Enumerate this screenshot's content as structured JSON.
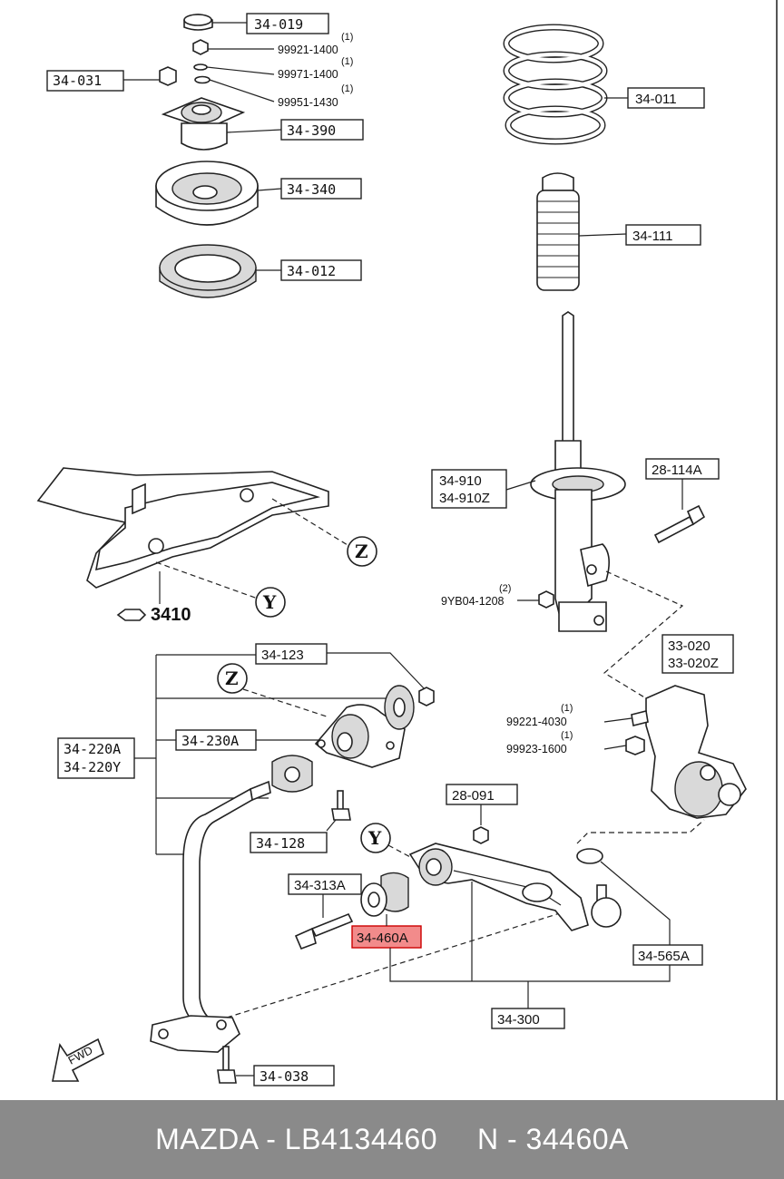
{
  "labels": {
    "l34_019": "34-019",
    "l34_031": "34-031",
    "l34_390": "34-390",
    "l34_340": "34-340",
    "l34_012": "34-012",
    "l34_011": "34-011",
    "l34_111": "34-111",
    "l34_910": "34-910",
    "l34_910z": "34-910Z",
    "l28_114a": "28-114A",
    "l33_020": "33-020",
    "l33_020z": "33-020Z",
    "l34_123": "34-123",
    "l34_220a": "34-220A",
    "l34_220y": "34-220Y",
    "l34_230a": "34-230A",
    "l34_128": "34-128",
    "l28_091": "28-091",
    "l34_313a": "34-313A",
    "l34_460a": "34-460A",
    "l34_565a": "34-565A",
    "l34_300": "34-300",
    "l34_038": "34-038",
    "p99921_1400": "99921-1400",
    "p99971_1400": "99971-1400",
    "p99951_1430": "99951-1430",
    "p9yb04_1208": "9YB04-1208",
    "p99221_4030": "99221-4030",
    "p99923_1600": "99923-1600",
    "qty1": "(1)",
    "qty2": "(2)",
    "ref3410": "3410",
    "circleZ": "Z",
    "circleY": "Y",
    "fwd": "FWD"
  },
  "highlight_color": "#f28b8b",
  "footer": {
    "brand_part": "MAZDA - LB4134460",
    "oem_part": "N - 34460A"
  }
}
